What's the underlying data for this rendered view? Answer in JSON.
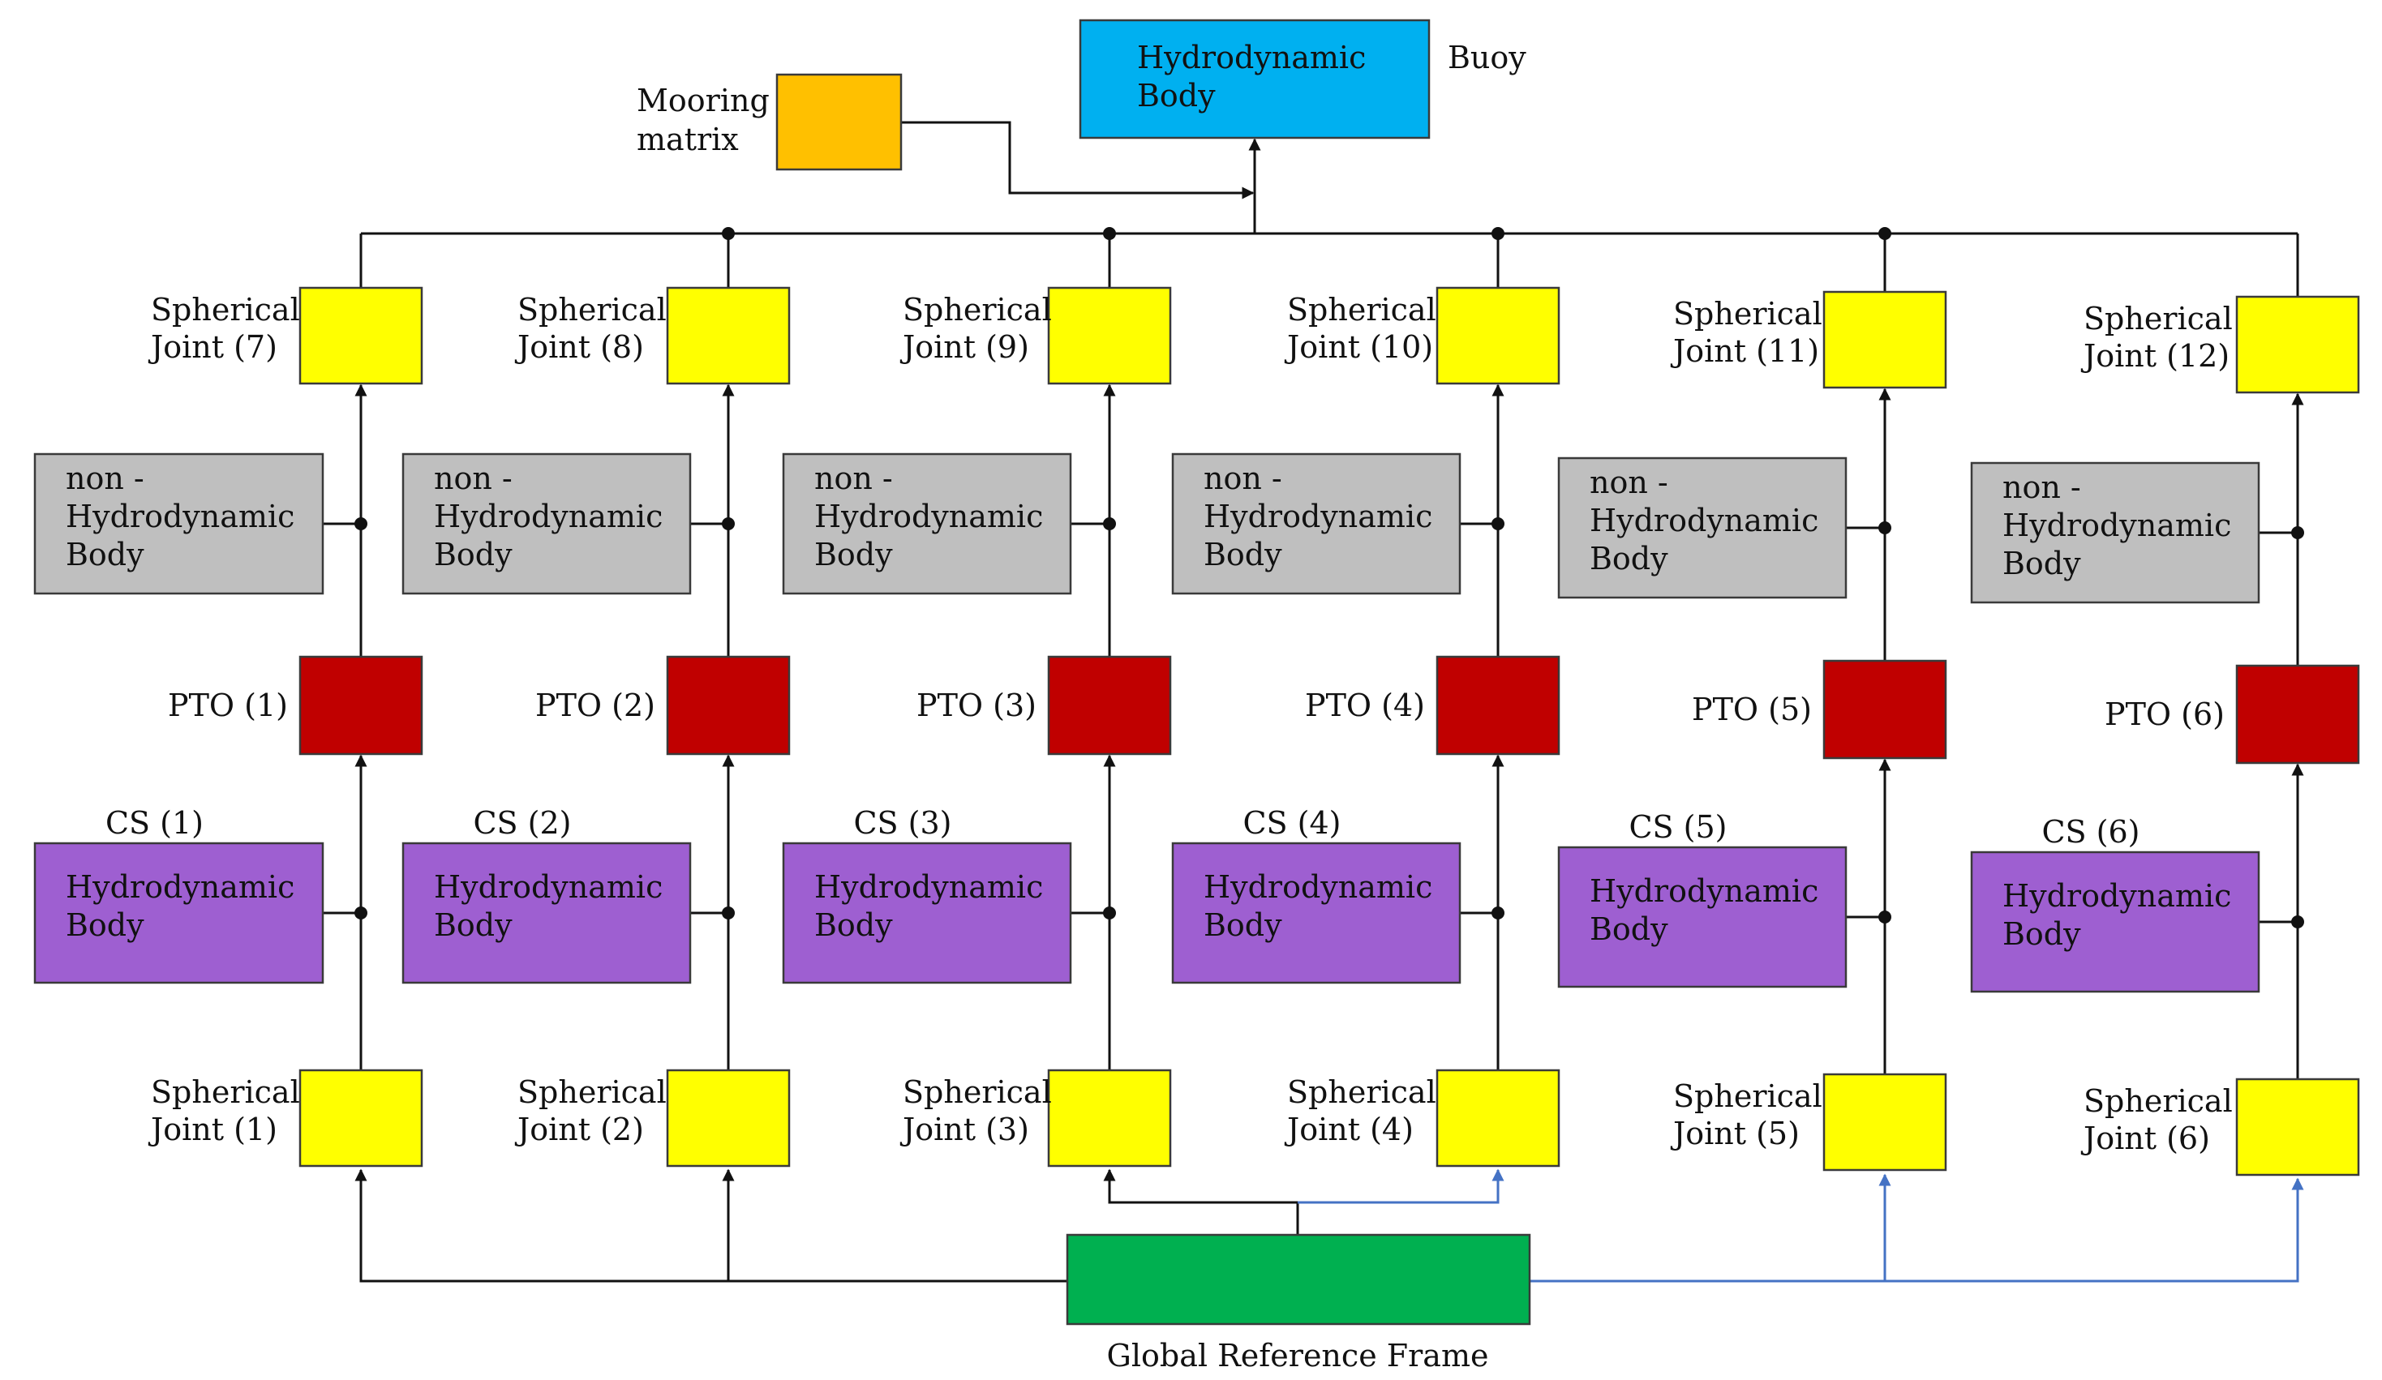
{
  "colors": {
    "buoy": "#00b0f0",
    "mooring": "#ffc000",
    "spherical_joint": "#ffff00",
    "non_hydrodynamic": "#bfbfbf",
    "pto": "#c00000",
    "hydrodynamic": "#9e5fd1",
    "global_frame": "#00b050",
    "black_link": "#111111",
    "blue_link": "#4472c4"
  },
  "buoy": {
    "box_text": [
      "Hydrodynamic",
      "Body"
    ],
    "label": "Buoy"
  },
  "mooring": {
    "label": [
      "Mooring",
      "matrix"
    ]
  },
  "global_frame": {
    "label": "Global Reference Frame"
  },
  "columns": [
    {
      "top_joint": [
        "Spherical",
        "Joint (7)"
      ],
      "non_hydro": [
        "non -",
        "Hydrodynamic",
        "Body"
      ],
      "pto": "PTO (1)",
      "cs": "CS (1)",
      "hydro": [
        "Hydrodynamic",
        "Body"
      ],
      "bottom_joint": [
        "Spherical",
        "Joint (1)"
      ],
      "ground_link": "black"
    },
    {
      "top_joint": [
        "Spherical",
        "Joint (8)"
      ],
      "non_hydro": [
        "non -",
        "Hydrodynamic",
        "Body"
      ],
      "pto": "PTO (2)",
      "cs": "CS (2)",
      "hydro": [
        "Hydrodynamic",
        "Body"
      ],
      "bottom_joint": [
        "Spherical",
        "Joint (2)"
      ],
      "ground_link": "black"
    },
    {
      "top_joint": [
        "Spherical",
        "Joint (9)"
      ],
      "non_hydro": [
        "non -",
        "Hydrodynamic",
        "Body"
      ],
      "pto": "PTO (3)",
      "cs": "CS (3)",
      "hydro": [
        "Hydrodynamic",
        "Body"
      ],
      "bottom_joint": [
        "Spherical",
        "Joint (3)"
      ],
      "ground_link": "black"
    },
    {
      "top_joint": [
        "Spherical",
        "Joint (10)"
      ],
      "non_hydro": [
        "non -",
        "Hydrodynamic",
        "Body"
      ],
      "pto": "PTO (4)",
      "cs": "CS (4)",
      "hydro": [
        "Hydrodynamic",
        "Body"
      ],
      "bottom_joint": [
        "Spherical",
        "Joint (4)"
      ],
      "ground_link": "blue"
    },
    {
      "top_joint": [
        "Spherical",
        "Joint (11)"
      ],
      "non_hydro": [
        "non -",
        "Hydrodynamic",
        "Body"
      ],
      "pto": "PTO (5)",
      "cs": "CS (5)",
      "hydro": [
        "Hydrodynamic",
        "Body"
      ],
      "bottom_joint": [
        "Spherical",
        "Joint (5)"
      ],
      "ground_link": "blue"
    },
    {
      "top_joint": [
        "Spherical",
        "Joint (12)"
      ],
      "non_hydro": [
        "non -",
        "Hydrodynamic",
        "Body"
      ],
      "pto": "PTO (6)",
      "cs": "CS (6)",
      "hydro": [
        "Hydrodynamic",
        "Body"
      ],
      "bottom_joint": [
        "Spherical",
        "Joint (6)"
      ],
      "ground_link": "blue"
    }
  ]
}
